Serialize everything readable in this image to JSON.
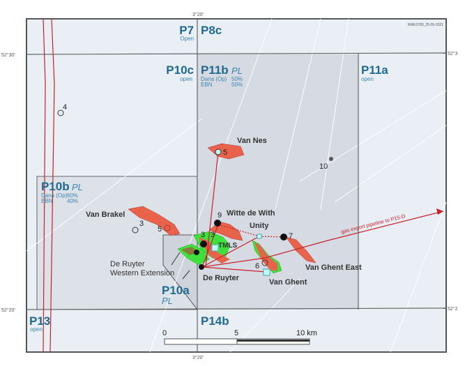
{
  "map_id": "NWE2783_25-05-2021",
  "coords": {
    "lat_top": "52°30'",
    "lat_top_right": "52°3",
    "lat_bottom": "52°20'",
    "lat_bottom_right": "52°2",
    "lon_top": "3°20'",
    "lon_bottom": "3°20'"
  },
  "blocks": {
    "p7": {
      "name": "P7",
      "status": "Open"
    },
    "p8c": {
      "name": "P8c"
    },
    "p10c": {
      "name": "P10c",
      "status": "open"
    },
    "p11b": {
      "name": "P11b",
      "licence": "PL",
      "holders": [
        {
          "name": "Dana (Op)",
          "share": "50%"
        },
        {
          "name": "EBN",
          "share": "50%"
        }
      ]
    },
    "p11a": {
      "name": "P11a",
      "status": "open"
    },
    "p10b": {
      "name": "P10b",
      "licence": "PL",
      "holders": [
        {
          "name": "Dana (Op)",
          "share": "60%"
        },
        {
          "name": "EBN",
          "share": "40%"
        }
      ]
    },
    "p10a": {
      "name": "P10a",
      "licence": "PL"
    },
    "p13": {
      "name": "P13",
      "status": "open"
    },
    "p14b": {
      "name": "P14b"
    }
  },
  "fields": {
    "van_nes": "Van Nes",
    "van_brakel": "Van Brakel",
    "witte_de_with": "Witte de With",
    "unity": "Unity",
    "tmls": "TMLS",
    "de_ruyter": "De Ruyter",
    "de_ruyter_west_1": "De Ruyter",
    "de_ruyter_west_2": "Western Extension",
    "van_ghent": "Van Ghent",
    "van_ghent_east": "Van Ghent East"
  },
  "wells": [
    "4",
    "5",
    "10",
    "3",
    "5",
    "9",
    "3",
    "3",
    "7",
    "6"
  ],
  "pipeline_label": "gas export pipeline to P15-D",
  "scale": {
    "t0": "0",
    "t5": "5",
    "t10": "10 km"
  },
  "colors": {
    "field_gas": "#e8634a",
    "field_oil": "#3ee03a",
    "pipeline": "#c8202a",
    "block_label": "#1f6a8e"
  }
}
